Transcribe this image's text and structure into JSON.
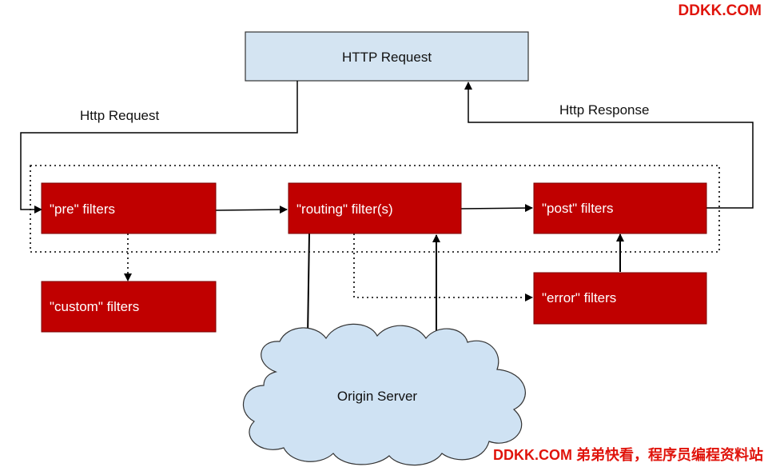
{
  "colors": {
    "filter_fill": "#c00000",
    "filter_text": "#ffffff",
    "request_fill": "#d4e4f2",
    "cloud_fill": "#cfe2f3",
    "line": "#000000",
    "watermark": "#e0140c"
  },
  "nodes": {
    "http_request": "HTTP Request",
    "pre_filters": "\"pre\" filters",
    "routing_filters": "\"routing\" filter(s)",
    "post_filters": "\"post\" filters",
    "custom_filters": "\"custom\" filters",
    "error_filters": "\"error\" filters",
    "origin_server": "Origin Server"
  },
  "edge_labels": {
    "request": "Http Request",
    "response": "Http Response"
  },
  "watermarks": {
    "top": "DDKK.COM",
    "bottom": "DDKK.COM 弟弟快看，程序员编程资料站"
  }
}
